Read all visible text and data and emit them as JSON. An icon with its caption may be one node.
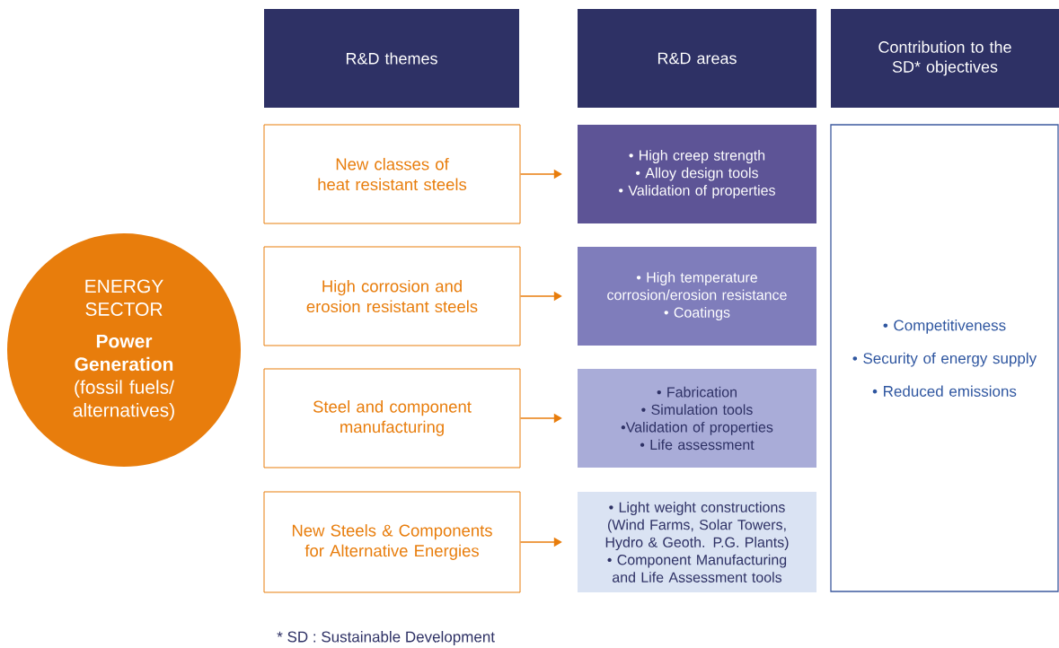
{
  "diagram": {
    "nodes": [
      {
        "text": [
          "ENERGY SECTOR",
          "Power Generation",
          "(fossil fuels/ alternatives)"
        ]
      },
      {
        "text": [
          "R&D themes"
        ]
      },
      {
        "text": [
          "R&D areas"
        ]
      },
      {
        "text": [
          "Contribution to the SD* objectives"
        ]
      },
      {
        "text": [
          "New classes of heat resistant steels"
        ]
      },
      {
        "text": [
          "High corrosion and erosion resistant steels"
        ]
      },
      {
        "text": [
          "Steel and component manufacturing"
        ]
      },
      {
        "text": [
          "New Steels & Components for Alternative Energies"
        ]
      },
      {
        "text": [
          "• High creep strength",
          "• Alloy design tools",
          "• Validation of properties"
        ]
      },
      {
        "text": [
          "• High temperature corrosion/erosion resistance",
          "• Coatings"
        ]
      },
      {
        "text": [
          "• Fabrication",
          "• Simulation tools",
          "•Validation of properties",
          "• Life assessment"
        ]
      },
      {
        "text": [
          "• Light weight constructions (Wind Farms, Solar Towers, Hydro & Geoth. P.G. Plants)",
          "• Component Manufacturing and Life Assessment tools"
        ]
      },
      {
        "text": [
          "• Competitiveness",
          "• Security of energy supply",
          "• Reduced emissions"
        ]
      }
    ],
    "edges": [
      {
        "from": 4,
        "to": 8,
        "arrow": "to"
      },
      {
        "from": 5,
        "to": 9,
        "arrow": "to"
      },
      {
        "from": 6,
        "to": 10,
        "arrow": "to"
      },
      {
        "from": 7,
        "to": 11,
        "arrow": "to"
      }
    ],
    "labels": [
      "* SD : Sustainable Development"
    ]
  }
}
